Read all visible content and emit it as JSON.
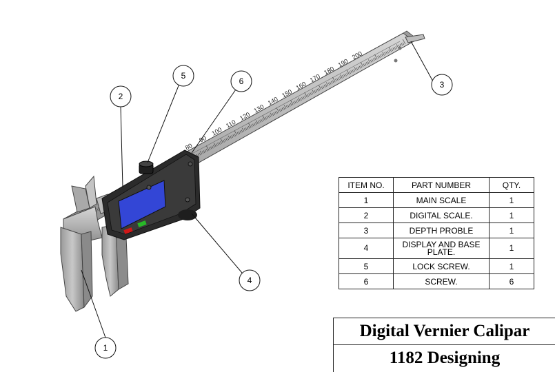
{
  "bom": {
    "headers": [
      "ITEM NO.",
      "PART NUMBER",
      "QTY."
    ],
    "rows": [
      {
        "item": "1",
        "part": "MAIN SCALE",
        "qty": "1"
      },
      {
        "item": "2",
        "part": "DIGITAL SCALE.",
        "qty": "1"
      },
      {
        "item": "3",
        "part": "DEPTH PROBLE",
        "qty": "1"
      },
      {
        "item": "4",
        "part": "DISPLAY AND BASE PLATE.",
        "qty": "1"
      },
      {
        "item": "5",
        "part": "LOCK SCREW.",
        "qty": "1"
      },
      {
        "item": "6",
        "part": "SCREW.",
        "qty": "6"
      }
    ]
  },
  "title_block": {
    "title": "Digital Vernier Calipar",
    "subtitle": "1182 Designing"
  },
  "balloons": [
    "1",
    "2",
    "3",
    "4",
    "5",
    "6"
  ],
  "scale_numbers": [
    "80",
    "90",
    "100",
    "110",
    "120",
    "130",
    "140",
    "150",
    "160",
    "170",
    "180",
    "190",
    "200"
  ],
  "colors": {
    "metal": "#b8b8b8",
    "body": "#2b2b2b",
    "lcd": "#3346d6",
    "button_red": "#d01818",
    "button_green": "#28b828"
  }
}
